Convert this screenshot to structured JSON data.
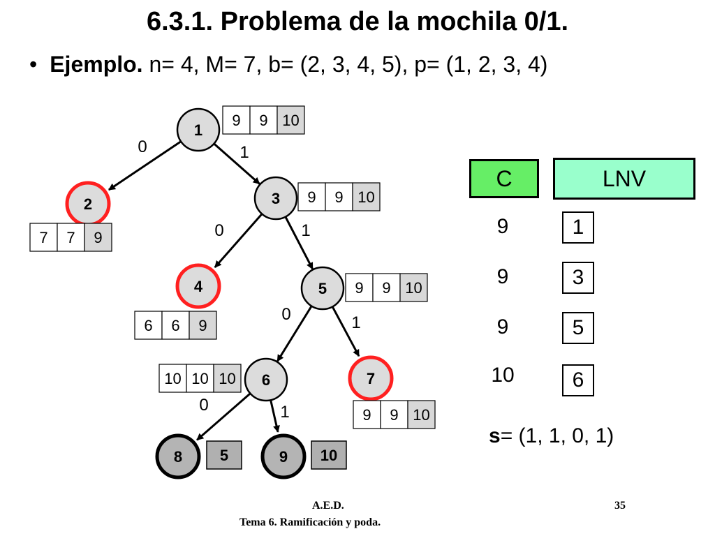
{
  "title": "6.3.1. Problema de la mochila 0/1.",
  "bullet": {
    "marker": "•",
    "label": "Ejemplo.",
    "text": " n= 4, M= 7, b= (2, 3, 4, 5), p= (1, 2, 3, 4)"
  },
  "tree": {
    "nodes": [
      {
        "id": "1",
        "style": "normal",
        "values": [
          "9",
          "9",
          "10"
        ]
      },
      {
        "id": "2",
        "style": "red",
        "values": [
          "7",
          "7",
          "9"
        ]
      },
      {
        "id": "3",
        "style": "normal",
        "values": [
          "9",
          "9",
          "10"
        ]
      },
      {
        "id": "4",
        "style": "red",
        "values": [
          "6",
          "6",
          "9"
        ]
      },
      {
        "id": "5",
        "style": "normal",
        "values": [
          "9",
          "9",
          "10"
        ]
      },
      {
        "id": "6",
        "style": "normal",
        "values": [
          "10",
          "10",
          "10"
        ]
      },
      {
        "id": "7",
        "style": "red",
        "values": [
          "9",
          "9",
          "10"
        ]
      },
      {
        "id": "8",
        "style": "dark",
        "values": [
          "5"
        ]
      },
      {
        "id": "9",
        "style": "dark",
        "values": [
          "10"
        ]
      }
    ],
    "edges": [
      {
        "from": "1",
        "to": "2",
        "label": "0"
      },
      {
        "from": "1",
        "to": "3",
        "label": "1"
      },
      {
        "from": "3",
        "to": "4",
        "label": "0"
      },
      {
        "from": "3",
        "to": "5",
        "label": "1"
      },
      {
        "from": "5",
        "to": "6",
        "label": "0"
      },
      {
        "from": "5",
        "to": "7",
        "label": "1"
      },
      {
        "from": "6",
        "to": "8",
        "label": "0"
      },
      {
        "from": "6",
        "to": "9",
        "label": "1"
      }
    ]
  },
  "table": {
    "c_header": "C",
    "lnv_header": "LNV",
    "c_header_color": "#66ee66",
    "lnv_header_color": "#99ffcc",
    "rows": [
      {
        "c": "9",
        "lnv": "1"
      },
      {
        "c": "9",
        "lnv": "3"
      },
      {
        "c": "9",
        "lnv": "5"
      },
      {
        "c": "10",
        "lnv": "6"
      }
    ]
  },
  "solution": {
    "label": "s",
    "text": "= (1, 1, 0, 1)"
  },
  "footer": {
    "course": "A.E.D.",
    "subtitle": "Tema 6. Ramificación y poda.",
    "page": "35"
  },
  "colors": {
    "node_fill": "#dcdcdc",
    "dark_node_fill": "#b4b4b4",
    "red_ring": "#ff2020",
    "value_cell_gray": "#d8d8d8",
    "dark_value_box": "#b0b0b0"
  }
}
